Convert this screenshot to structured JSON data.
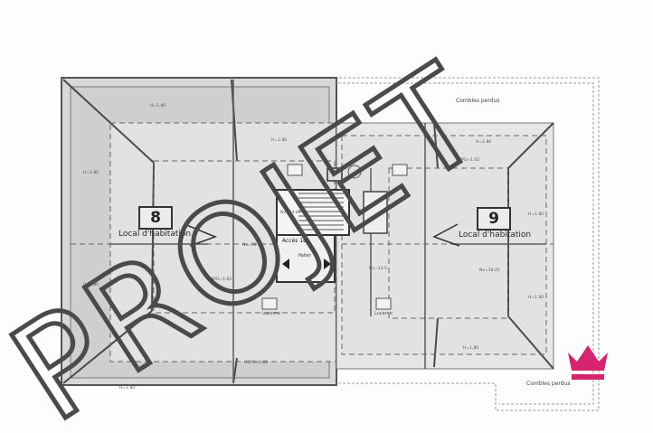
{
  "plan": {
    "units": [
      {
        "number": "8",
        "label": "Local d'habitation"
      },
      {
        "number": "9",
        "label": "Local d'habitation"
      }
    ],
    "combles_top": "Combles perdus",
    "combles_bottom": "Combles perdus",
    "stair_label": "Accès 1er",
    "palier_label": "Palier",
    "lucarnes": [
      "Lucarne",
      "Lucarne"
    ]
  },
  "watermark": {
    "text": "PROJET",
    "color": "#4a4a4a"
  },
  "logo": {
    "name": "crown-icon",
    "color": "#d6246e"
  }
}
